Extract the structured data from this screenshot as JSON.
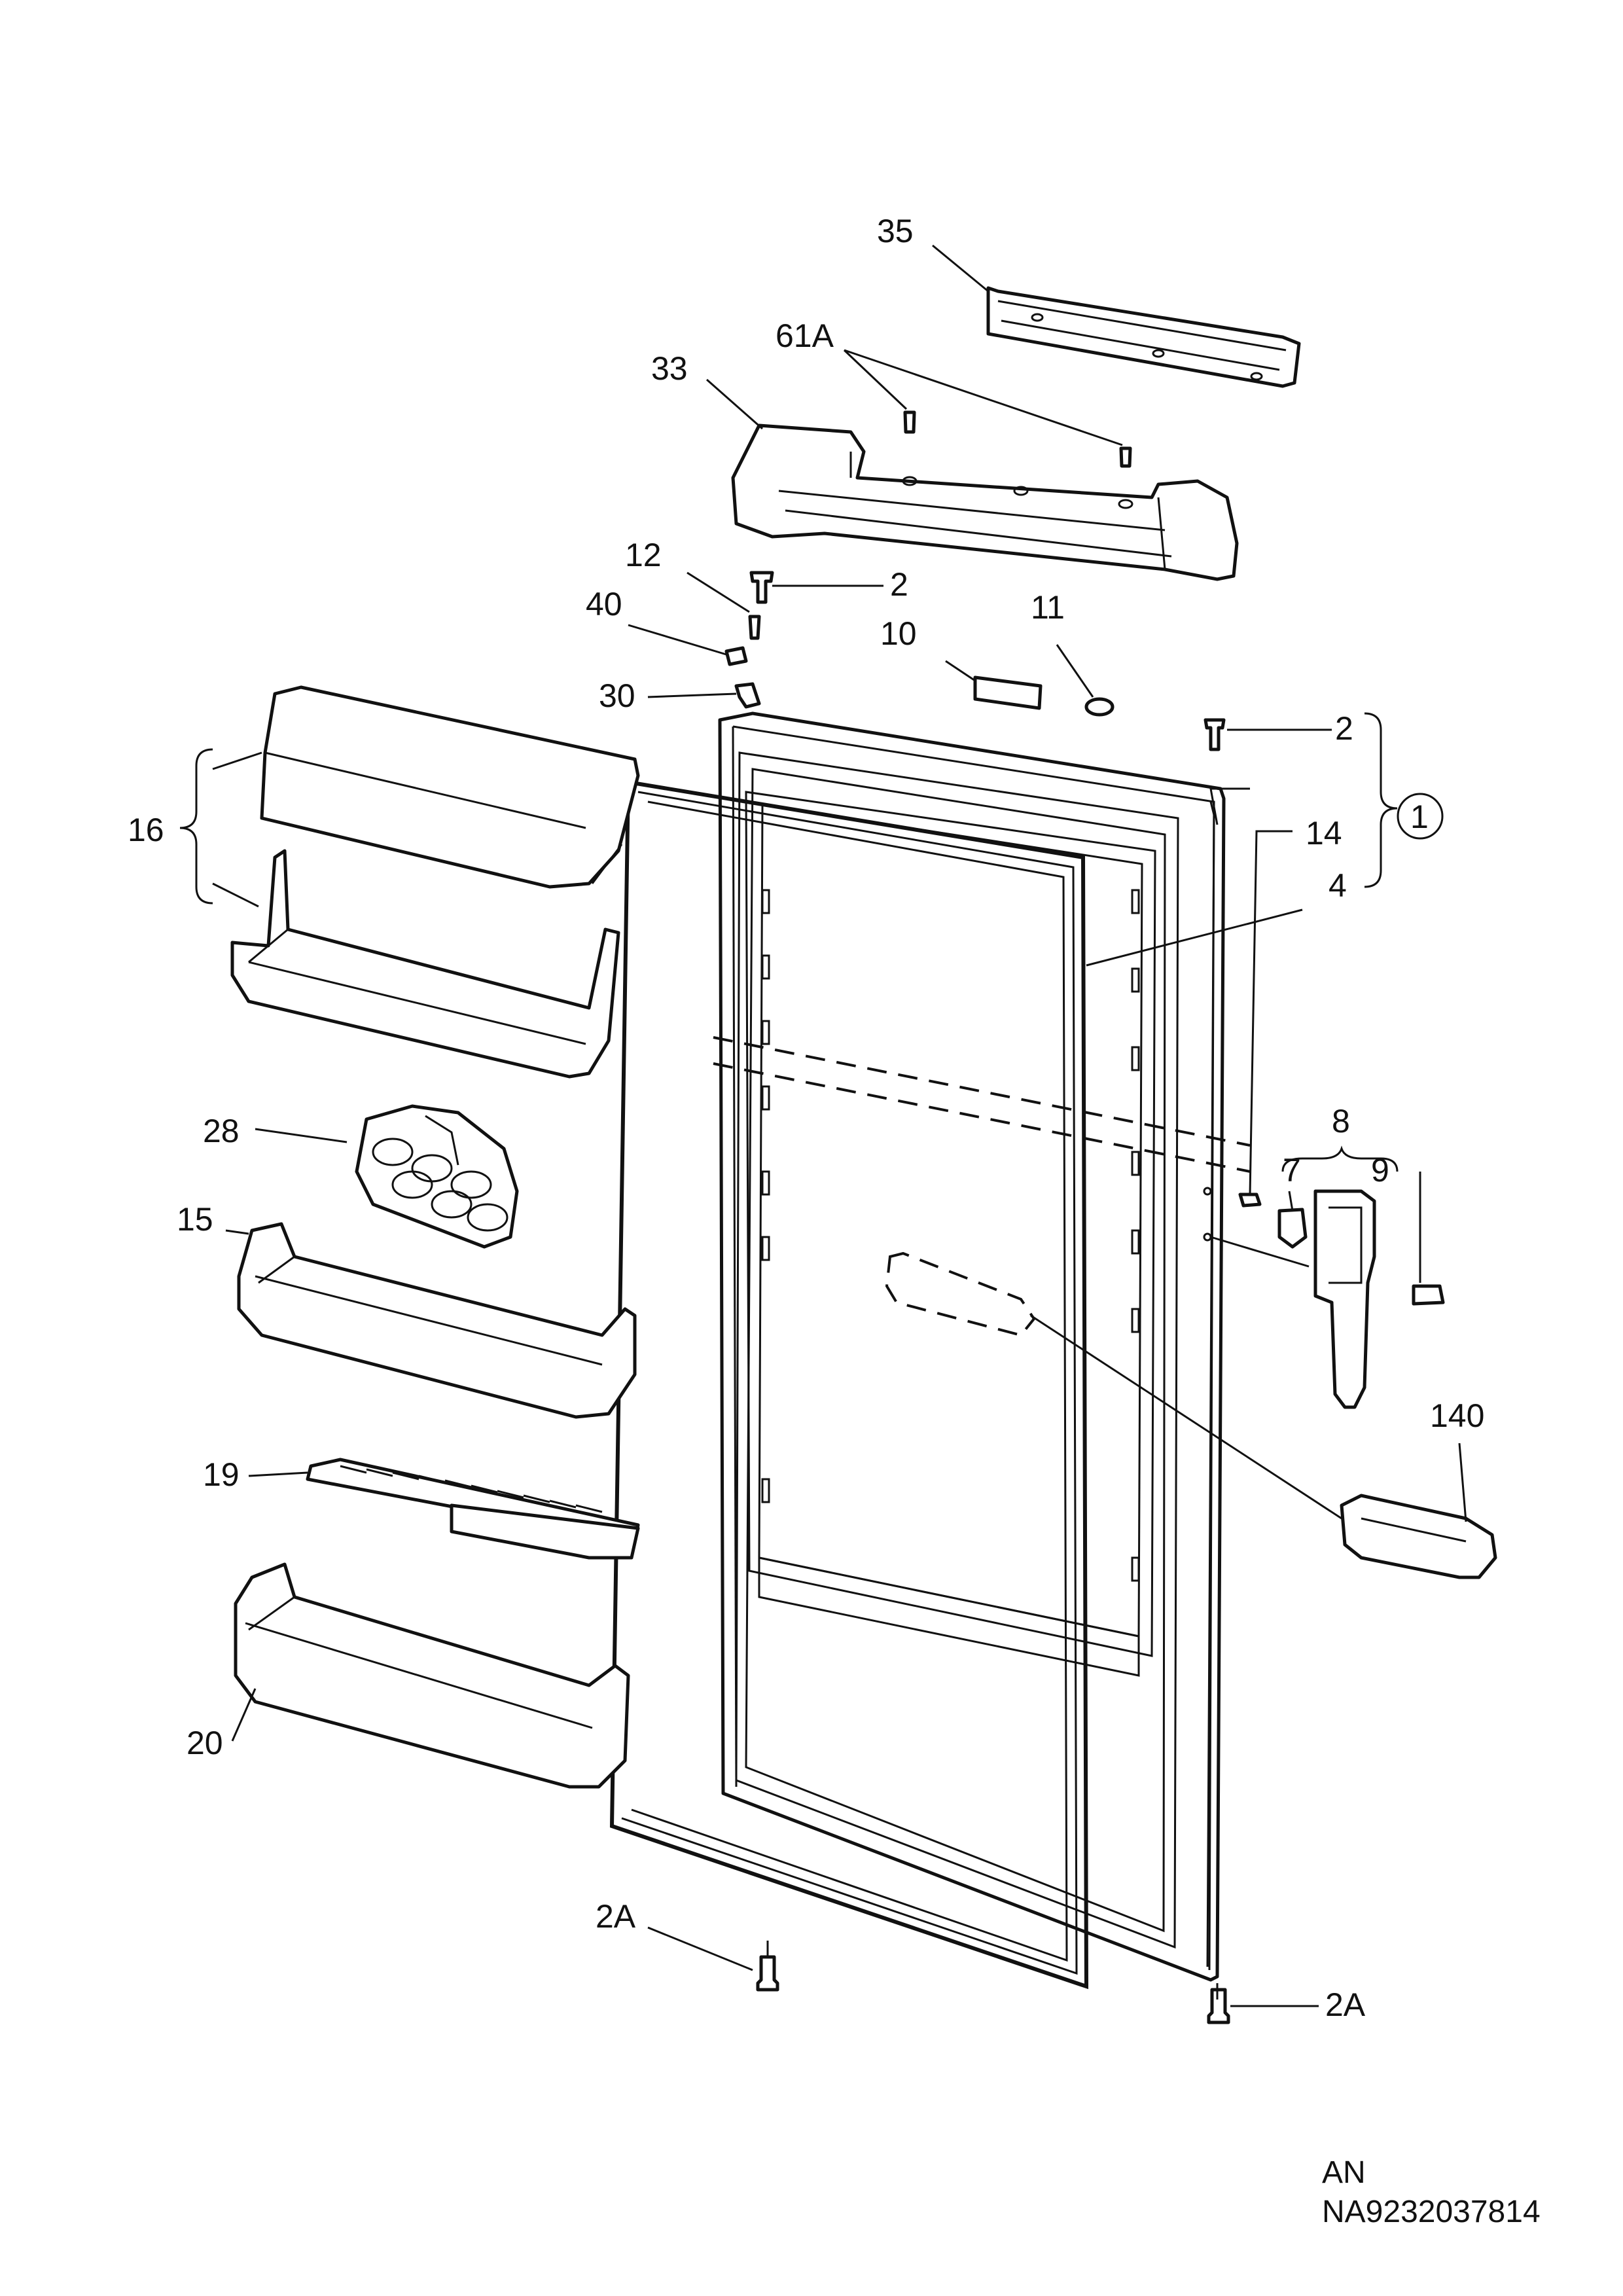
{
  "labels": {
    "l35": "35",
    "l61a": "61A",
    "l33": "33",
    "l12": "12",
    "l2_top": "2",
    "l40": "40",
    "l10": "10",
    "l11": "11",
    "l30": "30",
    "l2_right": "2",
    "l16": "16",
    "l14": "14",
    "l4": "4",
    "l1": "1",
    "l28": "28",
    "l8": "8",
    "l7": "7",
    "l9": "9",
    "l15": "15",
    "l140": "140",
    "l19": "19",
    "l20": "20",
    "l2a_left": "2A",
    "l2a_right": "2A"
  },
  "footer": {
    "line1": "AN",
    "line2": "NA9232037814"
  }
}
